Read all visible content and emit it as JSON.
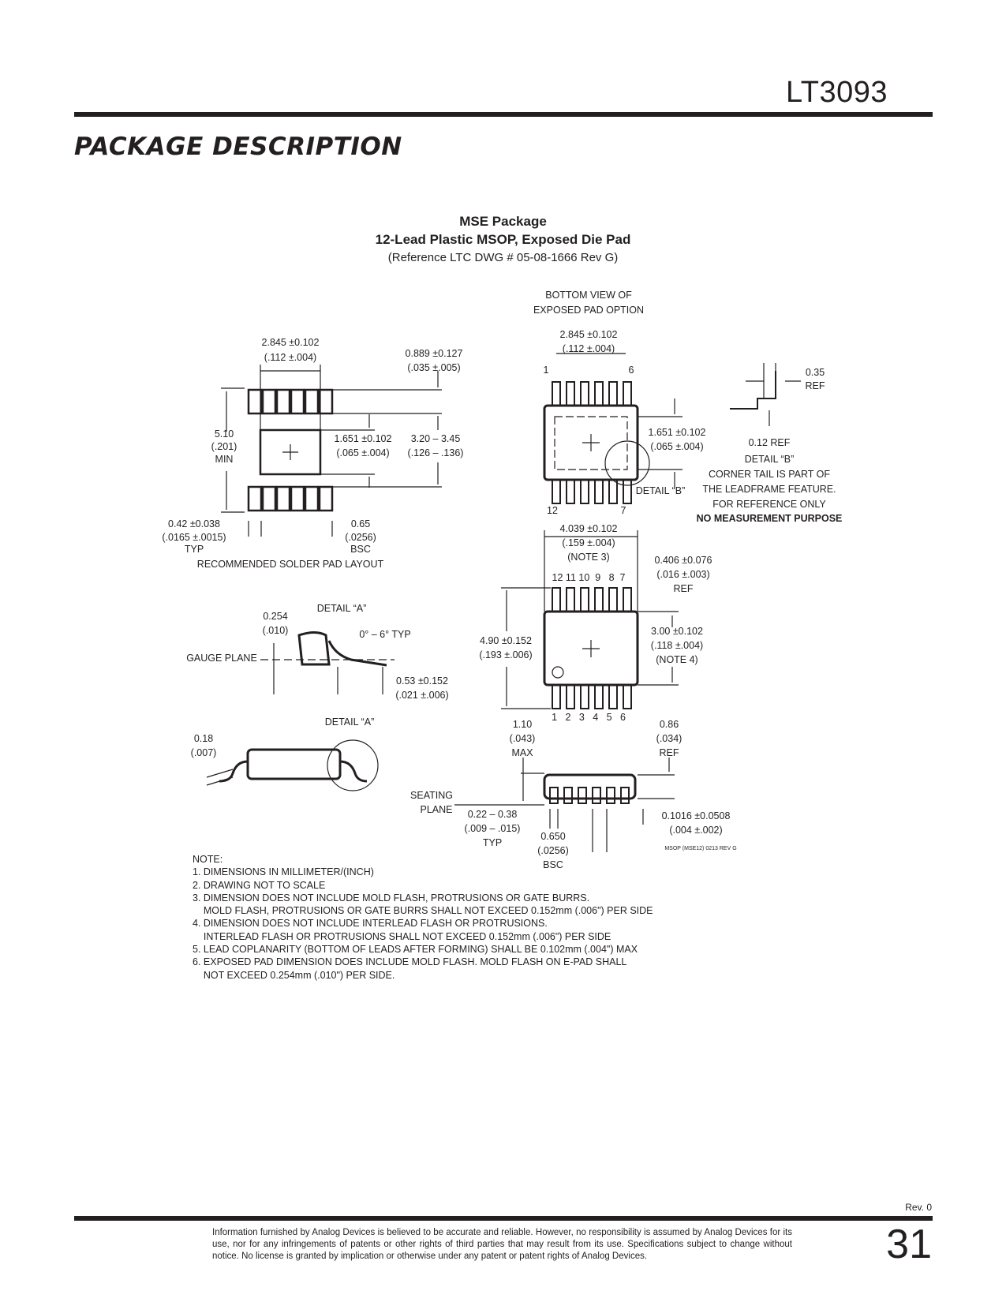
{
  "header": {
    "part_number": "LT3093",
    "section_title": "PACKAGE DESCRIPTION"
  },
  "package": {
    "name": "MSE Package",
    "description": "12-Lead Plastic MSOP, Exposed Die Pad",
    "reference": "(Reference LTC DWG # 05-08-1666 Rev G)"
  },
  "drawing": {
    "solder_layout": {
      "width_mm": "2.845 ±0.102",
      "width_in": "(.112 ±.004)",
      "span_mm": "0.889 ±0.127",
      "span_in": "(.035 ±.005)",
      "min_mm": "5.10",
      "min_in": "(.201)",
      "min_label": "MIN",
      "pad_mm": "1.651 ±0.102",
      "pad_in": "(.065 ±.004)",
      "len_mm": "3.20 – 3.45",
      "len_in": "(.126 – .136)",
      "lead_w_mm": "0.42 ±0.038",
      "lead_w_in": "(.0165 ±.0015)",
      "lead_w_typ": "TYP",
      "pitch_mm": "0.65",
      "pitch_in": "(.0256)",
      "pitch_bsc": "BSC",
      "caption": "RECOMMENDED SOLDER PAD LAYOUT"
    },
    "bottom_view": {
      "title_line1": "BOTTOM VIEW OF",
      "title_line2": "EXPOSED PAD OPTION",
      "width_mm": "2.845 ±0.102",
      "width_in": "(.112 ±.004)",
      "pin1": "1",
      "pin6": "6",
      "pin12": "12",
      "pin7": "7",
      "pad_mm": "1.651 ±0.102",
      "pad_in": "(.065 ±.004)",
      "detail_b_ref": "DETAIL “B”"
    },
    "detail_b": {
      "dim_035": "0.35",
      "ref": "REF",
      "dim_012": "0.12 REF",
      "title": "DETAIL “B”",
      "note1": "CORNER TAIL IS PART OF",
      "note2": "THE LEADFRAME FEATURE.",
      "note3": "FOR REFERENCE ONLY",
      "note4": "NO MEASUREMENT PURPOSE"
    },
    "top_view": {
      "width_mm": "4.039 ±0.102",
      "width_in": "(.159 ±.004)",
      "width_note": "(NOTE 3)",
      "lead_mm": "0.406 ±0.076",
      "lead_in": "(.016 ±.003)",
      "lead_ref": "REF",
      "pins_top": "12 11 10  9   8  7",
      "pins_bottom": "1   2   3   4   5   6",
      "len_mm": "4.90 ±0.152",
      "len_in": "(.193 ±.006)",
      "body_mm": "3.00 ±0.102",
      "body_in": "(.118 ±.004)",
      "body_note": "(NOTE 4)"
    },
    "detail_a": {
      "title": "DETAIL “A”",
      "gauge_mm": "0.254",
      "gauge_in": "(.010)",
      "angle": "0° – 6° TYP",
      "gauge_plane": "GAUGE PLANE",
      "foot_mm": "0.53 ±0.152",
      "foot_in": "(.021 ±.006)"
    },
    "side_view": {
      "detail_a_ref": "DETAIL “A”",
      "lead_t_mm": "0.18",
      "lead_t_in": "(.007)",
      "height_mm": "1.10",
      "height_in": "(.043)",
      "height_max": "MAX",
      "standoff_mm": "0.86",
      "standoff_in": "(.034)",
      "standoff_ref": "REF",
      "seating_1": "SEATING",
      "seating_2": "PLANE",
      "lead_w_mm": "0.22 – 0.38",
      "lead_w_in": "(.009 – .015)",
      "lead_w_typ": "TYP",
      "pitch_mm": "0.650",
      "pitch_in": "(.0256)",
      "pitch_bsc": "BSC",
      "coplan_mm": "0.1016 ±0.0508",
      "coplan_in": "(.004 ±.002)",
      "drawing_id": "MSOP (MSE12) 0213 REV G"
    }
  },
  "notes": [
    "NOTE:",
    "1. DIMENSIONS IN MILLIMETER/(INCH)",
    "2. DRAWING NOT TO SCALE",
    "3. DIMENSION DOES NOT INCLUDE MOLD FLASH, PROTRUSIONS OR GATE BURRS.",
    "    MOLD FLASH, PROTRUSIONS OR GATE BURRS SHALL NOT EXCEED 0.152mm (.006\") PER SIDE",
    "4. DIMENSION DOES NOT INCLUDE INTERLEAD FLASH OR PROTRUSIONS.",
    "    INTERLEAD FLASH OR PROTRUSIONS SHALL NOT EXCEED 0.152mm (.006\") PER SIDE",
    "5. LEAD COPLANARITY (BOTTOM OF LEADS AFTER FORMING) SHALL BE 0.102mm (.004\") MAX",
    "6. EXPOSED PAD DIMENSION DOES INCLUDE MOLD FLASH. MOLD FLASH ON E-PAD SHALL",
    "    NOT EXCEED 0.254mm (.010\") PER SIDE."
  ],
  "footer": {
    "revision": "Rev. 0",
    "disclaimer": "Information furnished by Analog Devices is believed to be accurate and reliable. However, no responsibility is assumed by Analog Devices for its use, nor for any infringements of patents or other rights of third parties that may result from its use. Specifications subject to change without notice. No license is granted by implication or otherwise under any patent or patent rights of Analog Devices.",
    "page_number": "31"
  }
}
